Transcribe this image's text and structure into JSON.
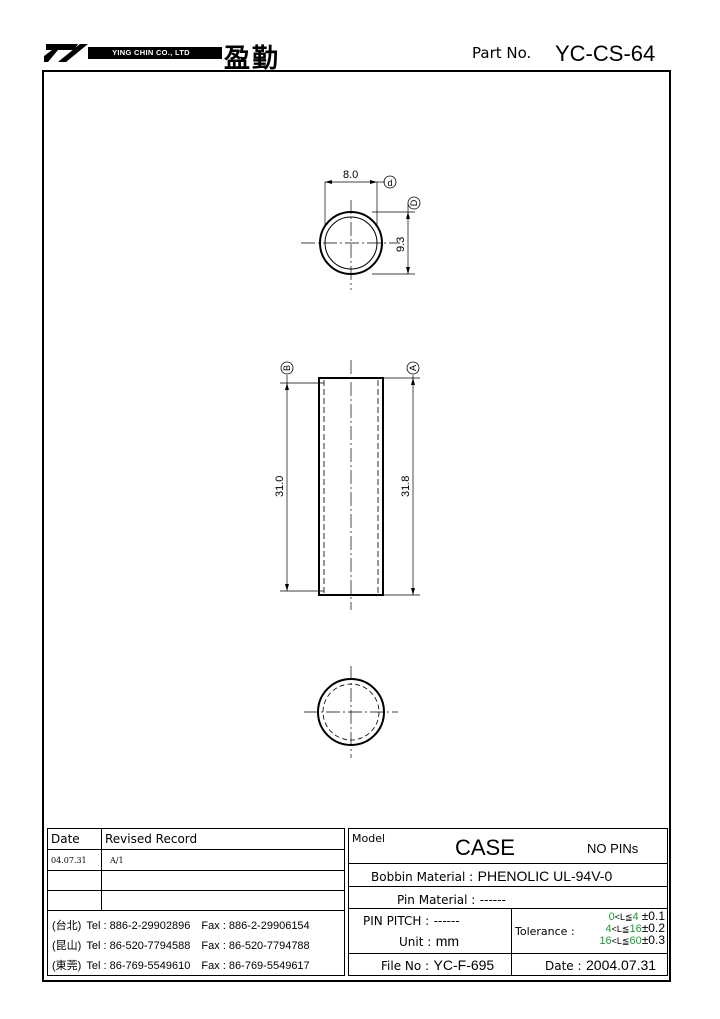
{
  "header": {
    "company_en": "YING CHIN CO., LTD",
    "company_cn": "盈勤",
    "part_no_label": "Part No.",
    "part_no": "YC-CS-64"
  },
  "drawing": {
    "top_view": {
      "dim_d": "8.0",
      "dim_D": "9.3",
      "label_d": "d",
      "label_D": "D"
    },
    "side_view": {
      "dim_B": "31.0",
      "dim_A": "31.8",
      "label_B": "B",
      "label_A": "A"
    }
  },
  "revision": {
    "col_date": "Date",
    "col_record": "Revised Record",
    "rows": [
      {
        "date": "04.07.31",
        "record": "A/1"
      },
      {
        "date": "",
        "record": ""
      },
      {
        "date": "",
        "record": ""
      }
    ],
    "contacts": [
      {
        "city": "(台北)",
        "tel": "Tel : 886-2-29902896",
        "fax": "Fax : 886-2-29906154"
      },
      {
        "city": "(昆山)",
        "tel": "Tel : 86-520-7794588",
        "fax": "Fax : 86-520-7794788"
      },
      {
        "city": "(東莞)",
        "tel": "Tel : 86-769-5549610",
        "fax": "Fax : 86-769-5549617"
      }
    ]
  },
  "titleblock": {
    "model_label": "Model",
    "model": "CASE",
    "pins": "NO PINs",
    "bobbin_label": "Bobbin  Material :",
    "bobbin_value": "PHENOLIC UL-94V-0",
    "pin_material_label": "Pin  Material :",
    "pin_material_value": "------",
    "pin_pitch_label": "PIN  PITCH :",
    "pin_pitch_value": "------",
    "unit_label": "Unit :",
    "unit_value": "mm",
    "file_label": "File  No :",
    "file_value": "YC-F-695",
    "tolerance_label": "Tolerance :",
    "tolerance": [
      {
        "lo": "0",
        "hi": "4",
        "tol": "±0.1"
      },
      {
        "lo": "4",
        "hi": "16",
        "tol": "±0.2"
      },
      {
        "lo": "16",
        "hi": "60",
        "tol": "±0.3"
      }
    ],
    "tolerance_mid": "<L≦",
    "date_label": "Date :",
    "date_value": "2004.07.31"
  }
}
